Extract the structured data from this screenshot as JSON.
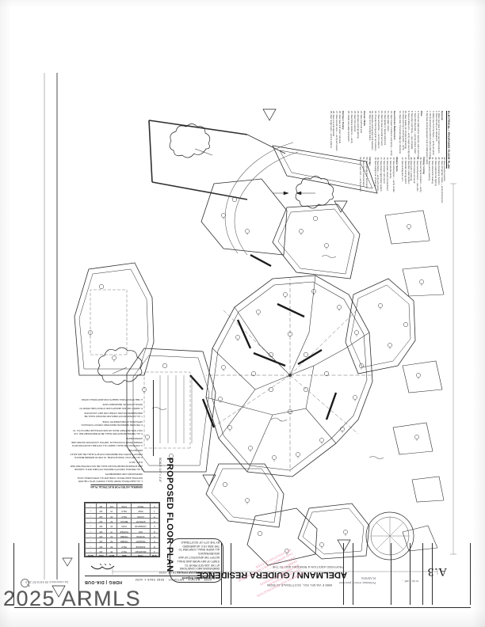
{
  "document": {
    "type": "architectural-drawing-scan",
    "sheet_number": "A.3",
    "orientation_note": "sheet printed upside-down in scan"
  },
  "title_block": {
    "project_name": "ADELMANN / GUIDERA RESIDENCE",
    "project_subtitle": "PROPOSED ADDITION & REMODEL ADD TO THE",
    "project_address": "6988 E VIA DEL SOL, SCOTTSDALE AZ 85266",
    "sheet_number": "A.3",
    "firm_line_1": "6988 - HOODA - ARTOPHY - 5582 5545 1 4492",
    "firm_line_2": "5556-4554 084 - HA           8428'LE-1553",
    "firm_logo": "HDRG  |  DIA-OUB",
    "hand_note_left": "las  corraction d.  08 AUGUST  2010",
    "hand_note_right": "Preliminary  review  -  plans  final  PLANNING",
    "hand_note_sheet": "in  city  -  and  ...",
    "revision_flag": "1"
  },
  "approval_stamp": {
    "color": "#e98aa6",
    "lines": [
      "APPROVED FOR CONSTRUCTION",
      "CITY OF SCOTTSDALE",
      "BUILDING SAFETY DIVISION",
      "PERMIT No. ____________",
      "DATE ____________",
      "THIS APPROVAL DOES NOT AUTHORIZE",
      "ANY VIOLATION OF CODE"
    ]
  },
  "note_box": {
    "title": "No Mechanical Plan Required",
    "lines": [
      "CONTRACTOR SHALL VERIFY ALL",
      "DIMENSIONS AND CONDITIONS",
      "AT THE JOB SITE PRIOR TO",
      "START OF ANY WORK AND SHALL",
      "NOTIFY THE ARCHITECT OF ANY",
      "DISCREPANCIES.",
      "ALL WORK SHALL CONFORM TO",
      "THE 2006 I.R.C. AS AMENDED",
      "BY THE CITY OF SCOTTSDALE."
    ]
  },
  "schedule": {
    "title": "ELECTRICAL FIXTURE SCHEDULE",
    "columns": [
      "SYM",
      "TYPE",
      "MFR",
      "WATT",
      "VOLT",
      "NOTE"
    ],
    "rows": [
      [
        "A",
        "RECESSED",
        "HALO",
        "65",
        "120",
        "—"
      ],
      [
        "B",
        "SURFACE",
        "HALO",
        "60",
        "120",
        "—"
      ],
      [
        "C",
        "PENDANT",
        "OWNER",
        "60",
        "120",
        "—"
      ],
      [
        "D",
        "SCONCE",
        "OWNER",
        "40",
        "120",
        "—"
      ],
      [
        "E",
        "FAN",
        "HUNTER",
        "75",
        "120",
        "—"
      ],
      [
        "F",
        "UNDERCAB",
        "JUNO",
        "20",
        "120",
        "—"
      ],
      [
        "G",
        "EXHAUST",
        "BROAN",
        "50",
        "120",
        "—"
      ],
      [
        "H",
        "FLOOD",
        "HALO",
        "90",
        "120",
        "—"
      ],
      [
        "J",
        "STEP",
        "HALO",
        "15",
        "120",
        "—"
      ],
      [
        "K",
        "TRACK",
        "JUNO",
        "150",
        "120",
        "—"
      ]
    ]
  },
  "general_notes": {
    "title": "GENERAL NOTES FOR ELECTRICAL PLAN",
    "paragraphs": [
      "1. ALL ELECTRICAL WORK SHALL COMPLY WITH THE 2005 NATIONAL ELECTRICAL CODE AND ALL APPLICABLE LOCAL ORDINANCES AND AMENDMENTS.",
      "2. ALL BRANCH CIRCUITS SERVING KITCHEN, BATH, GARAGE AND EXTERIOR RECEPTACLES SHALL BE GFCI PROTECTED PER N.E.C. 210.8.",
      "3. ALL 125 VOLT, SINGLE PHASE, 15 AND 20 AMPERE BRANCH CIRCUITS SUPPLYING BEDROOM OUTLETS SHALL BE ARC-FAULT PROTECTED.",
      "4. CONTRACTOR SHALL VERIFY ALL FIXTURE LOCATIONS WITH OWNER PRIOR TO ROUGH-IN. SWITCH LOCATIONS SHOWN ARE APPROXIMATE.",
      "5. ALL SMOKE DETECTORS SHALL BE INTERCONNECTED, 110 VOLT WITH BATTERY BACK-UP AND INSTALLED PER N.F.P.A. 72.",
      "6. PROVIDE SEPARATE DEDICATED CIRCUIT FOR EACH APPLIANCE AS REQUIRED BY CODE.",
      "7. ALL EXTERIOR FIXTURES AND DEVICES SHALL BE WEATHERPROOF AND LISTED FOR WET LOCATIONS.",
      "8. VERIFY CEILING HEIGHTS AND STRUCTURE PRIOR TO INSTALLATION OF RECESSED CANS."
    ],
    "footer": "A. SEE STRUCTURAL SHEETS FOR ADDITIONAL NOTES"
  },
  "plan_label": {
    "title": "PROPOSED FLOOR PLAN",
    "scale": "SCALE: 1/4\" = 1'-0\"",
    "sheet_key": "A.3"
  },
  "legend_blocks": [
    {
      "title": "ELECTRICAL / PROPOSED FLOOR PLAN",
      "sections": [
        {
          "heading": "General",
          "rows": [
            "1.  Allow new base trim at new wall locations",
            "2.  New cabinetry per elevations",
            "3.  Allow new finish surfaces — verify w/ owner",
            "4.  Verify all existing conditions before start of work",
            "5.  Remove existing casework and reinstall where noted"
          ]
        },
        {
          "heading": "Plan",
          "sections": [],
          "rows": [
            "6.  Continue walls where required, patch and repair",
            "7.  New 2x6 stud wall — typical unless noted",
            "8.  New door and frame — see schedule",
            "9.  New window unit — verify rough opening size",
            "10. New header per structural drawings",
            "11. New opening in existing wall — verify",
            "12. New slab / thickened edge per structural"
          ]
        },
        {
          "heading": "Guestroom / Bathroom 2",
          "rows": [
            "13. New shower enclosure and vanity — verify",
            "14. New water closet",
            "15. New lavatory / faucet selections",
            "16. New tile base and wall surround",
            "17. New exhaust fan — vent to exterior",
            "18. Provide blocking at grab bar locations",
            "19. Relocate existing door and casework",
            "20. New mirror and light fixture"
          ]
        },
        {
          "heading": "Closet / Bath",
          "rows": [
            "21. New shelf and pole",
            "22. Remove existing lighting",
            "23. New linen cabinet",
            "24. New fixture locations — verify",
            "25. Install new outlet and switch"
          ]
        },
        {
          "heading": "Kitchen / Pantry",
          "rows": [
            "26. New base and upper cabinets",
            "27. New counter tops — verify with owner",
            "28. New sink and disposal",
            "29. New range hood — vent to exterior",
            "30. New cooktop location",
            "31. New refrigerator space — verify dimensions",
            "32. New dishwasher location",
            "33. New undercabinet lighting",
            "34. New island with seating",
            "35. New pantry shelving"
          ]
        },
        {
          "heading": "Dining / Living",
          "rows": [
            "36. New ceiling fan location — verify",
            "37. New recessed cans — see plan",
            "38. New fireplace surround",
            "39. New built-in shelving",
            "40. New floor outlet location",
            "41. Relocate existing switch",
            "42. New sliding door unit"
          ]
        },
        {
          "heading": "Master Suite",
          "rows": [
            "43. New soaking tub — verify model",
            "44. New double vanity",
            "45. New water closet compartment",
            "46. New shower with bench",
            "47. New closet organization system",
            "48. New fixture — verify with owner",
            "49. New skylight per structural"
          ]
        },
        {
          "heading": "Garage",
          "rows": [
            "50. New garage door and opener",
            "51. New service panel location",
            "52. New hose bibb — verify location"
          ]
        }
      ]
    }
  ],
  "watermark": {
    "text": "2025 ARMLS"
  }
}
